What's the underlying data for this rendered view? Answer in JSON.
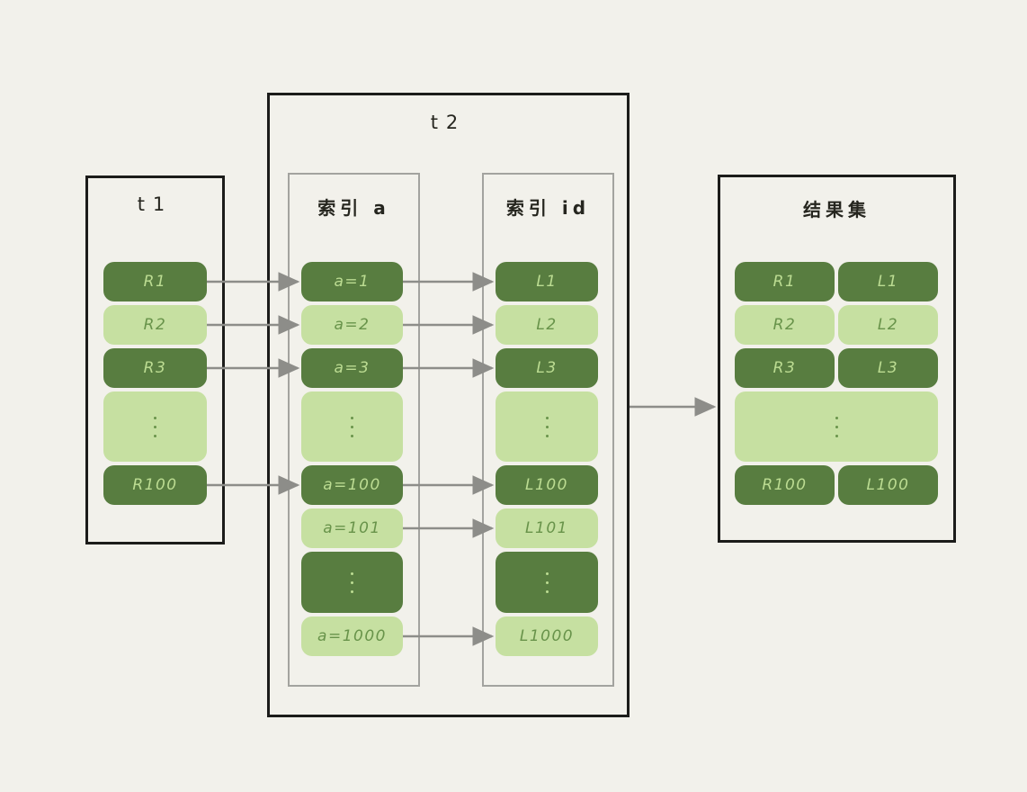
{
  "colors": {
    "background": "#f2f1eb",
    "dark_green": "#587d40",
    "light_green": "#c6e0a1",
    "text_on_dark": "#bcdc92",
    "text_on_light": "#68934a",
    "outer_border": "#1c1c1a",
    "inner_border": "#a3a39f",
    "arrow": "#8d8d89",
    "title_text": "#26261f"
  },
  "diagram": {
    "t1": {
      "title": "t1",
      "rows": [
        {
          "label": "R1",
          "tone": "dark"
        },
        {
          "label": "R2",
          "tone": "light"
        },
        {
          "label": "R3",
          "tone": "dark"
        },
        {
          "label": "⋮",
          "tone": "light",
          "dots": true
        },
        {
          "label": "R100",
          "tone": "dark"
        }
      ]
    },
    "t2": {
      "title": "t2",
      "index_a": {
        "title": "索引 a",
        "rows": [
          {
            "label": "a=1",
            "tone": "dark"
          },
          {
            "label": "a=2",
            "tone": "light"
          },
          {
            "label": "a=3",
            "tone": "dark"
          },
          {
            "label": "⋮",
            "tone": "light",
            "dots": true
          },
          {
            "label": "a=100",
            "tone": "dark"
          },
          {
            "label": "a=101",
            "tone": "light"
          },
          {
            "label": "⋮",
            "tone": "dark",
            "dots": true
          },
          {
            "label": "a=1000",
            "tone": "light"
          }
        ]
      },
      "index_id": {
        "title": "索引 id",
        "rows": [
          {
            "label": "L1",
            "tone": "dark"
          },
          {
            "label": "L2",
            "tone": "light"
          },
          {
            "label": "L3",
            "tone": "dark"
          },
          {
            "label": "⋮",
            "tone": "light",
            "dots": true
          },
          {
            "label": "L100",
            "tone": "dark"
          },
          {
            "label": "L101",
            "tone": "light"
          },
          {
            "label": "⋮",
            "tone": "dark",
            "dots": true
          },
          {
            "label": "L1000",
            "tone": "light"
          }
        ]
      }
    },
    "result": {
      "title": "结果集",
      "rows": [
        {
          "left": "R1",
          "right": "L1",
          "tone": "dark"
        },
        {
          "left": "R2",
          "right": "L2",
          "tone": "light"
        },
        {
          "left": "R3",
          "right": "L3",
          "tone": "dark"
        },
        {
          "label": "⋮",
          "tone": "light",
          "dots": true
        },
        {
          "left": "R100",
          "right": "L100",
          "tone": "dark"
        }
      ]
    }
  }
}
